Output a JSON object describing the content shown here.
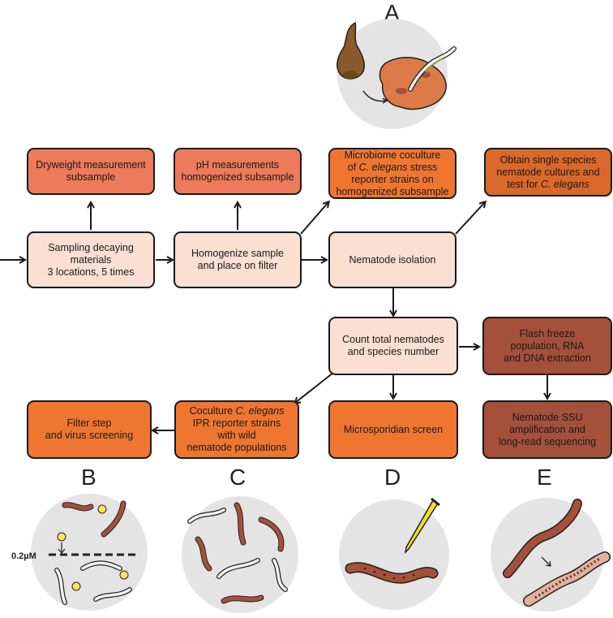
{
  "colors": {
    "salmon": "#ed7a5a",
    "pale": "#fbdfd3",
    "orange": "#ef7630",
    "dark_orange": "#d9682a",
    "brown": "#a5503a",
    "circle": "#e4e4e4"
  },
  "boxes": {
    "dryweight": "Dryweight measurement\nsubsample",
    "ph": "pH measurements\nhomogenized subsample",
    "coculture_stress": {
      "l1": "Microbiome coculture",
      "l2a": "of ",
      "l2i": "C. elegans",
      "l2b": " stress",
      "l3": "reporter strains on",
      "l4": "homogenized subsample"
    },
    "single_species": {
      "l1": "Obtain single species",
      "l2": "nematode cultures and",
      "l3a": "test for ",
      "l3i": "C. elegans"
    },
    "sampling": "Sampling decaying\nmaterials\n3 locations, 5 times",
    "homogenize": "Homogenize sample\nand place on filter",
    "isolation": "Nematode isolation",
    "count": "Count total nematodes\nand species number",
    "flash": "Flash freeze\npopulation, RNA\nand DNA extraction",
    "filter": "Filter step\nand virus screening",
    "coculture_ipr": {
      "l1a": "Coculture ",
      "l1i": "C. elegans",
      "l2": "IPR reporter strains",
      "l3": "with wild",
      "l4": "nematode populations"
    },
    "micro": "Microsporidian screen",
    "ssu": "Nematode SSU\namplification and\nlong-read sequencing"
  },
  "panels": {
    "a": "A",
    "b": "B",
    "c": "C",
    "d": "D",
    "e": "E"
  },
  "filter_label": "0.2µM"
}
